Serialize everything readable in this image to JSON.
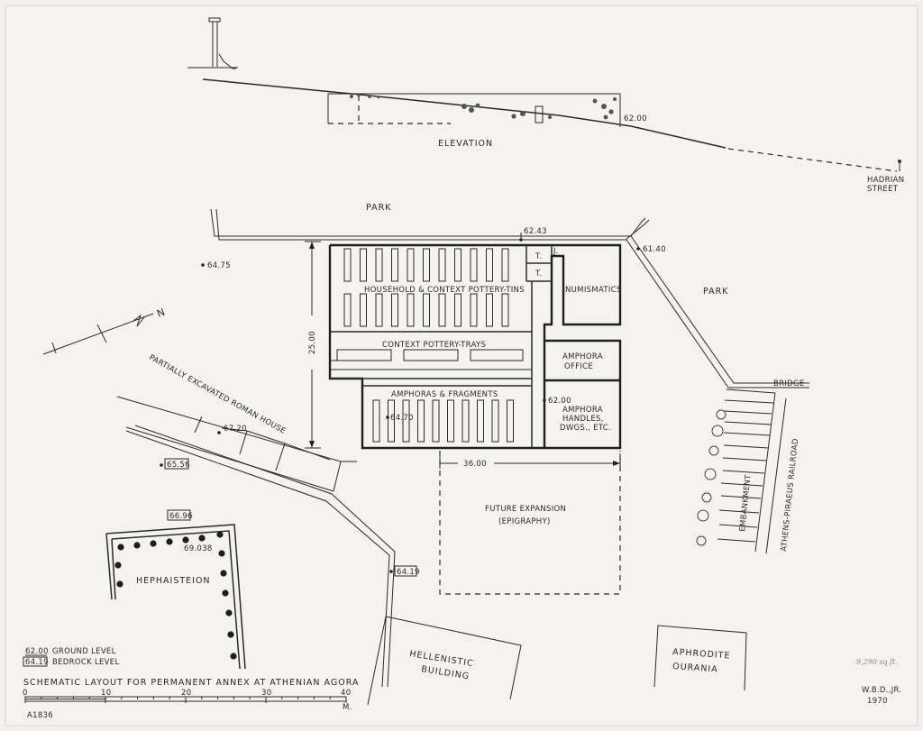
{
  "title": "SCHEMATIC LAYOUT FOR PERMANENT ANNEX AT ATHENIAN AGORA",
  "elevation": {
    "label": "ELEVATION",
    "level": "62.00"
  },
  "street": {
    "line1": "HADRIAN",
    "line2": "STREET"
  },
  "parks": {
    "north": "PARK",
    "east": "PARK"
  },
  "rooms": {
    "household": "HOUSEHOLD & CONTEXT POTTERY-TINS",
    "context": "CONTEXT POTTERY-TRAYS",
    "amphoras": "AMPHORAS & FRAGMENTS",
    "numismatics": "NUMISMATICS",
    "amphora_office": [
      "AMPHORA",
      "OFFICE"
    ],
    "amphora_handles": [
      "AMPHORA",
      "HANDLES,",
      "DWGS., ETC."
    ],
    "t1": "T.",
    "t2": "T.",
    "j": "J."
  },
  "future": [
    "FUTURE EXPANSION",
    "(EPIGRAPHY)"
  ],
  "dimensions": {
    "width": "36.00",
    "depth": "25.00"
  },
  "levels": {
    "l6243": "62.43",
    "l6140": "61.40",
    "l6475": "64.75",
    "l6470": "64.70",
    "l6200": "62.00",
    "l6720": "67.20",
    "l6556": "65.56",
    "l6696": "66.96",
    "l69038": "69.038",
    "l6419": "64.19"
  },
  "sites": {
    "roman_house": "PARTIALLY EXCAVATED ROMAN HOUSE",
    "hephaisteion": "HEPHAISTEION",
    "hellenistic": [
      "HELLENISTIC",
      "BUILDING"
    ],
    "aphrodite": [
      "APHRODITE",
      "OURANIA"
    ],
    "bridge": "BRIDGE",
    "embankment": "EMBANKMENT",
    "railroad": "ATHENS-PIRAEUS RAILROAD"
  },
  "north_arrow": "N",
  "legend": [
    {
      "value": "62.00",
      "label": "GROUND LEVEL"
    },
    {
      "value": "64.19",
      "label": "BEDROCK LEVEL"
    }
  ],
  "scale": {
    "ticks": [
      "0",
      "10",
      "20",
      "30",
      "40"
    ],
    "unit": "M."
  },
  "author": {
    "name": "W.B.D.,JR.",
    "year": "1970"
  },
  "area_note": "9,290 sq.ft.",
  "catalog": "A1836"
}
